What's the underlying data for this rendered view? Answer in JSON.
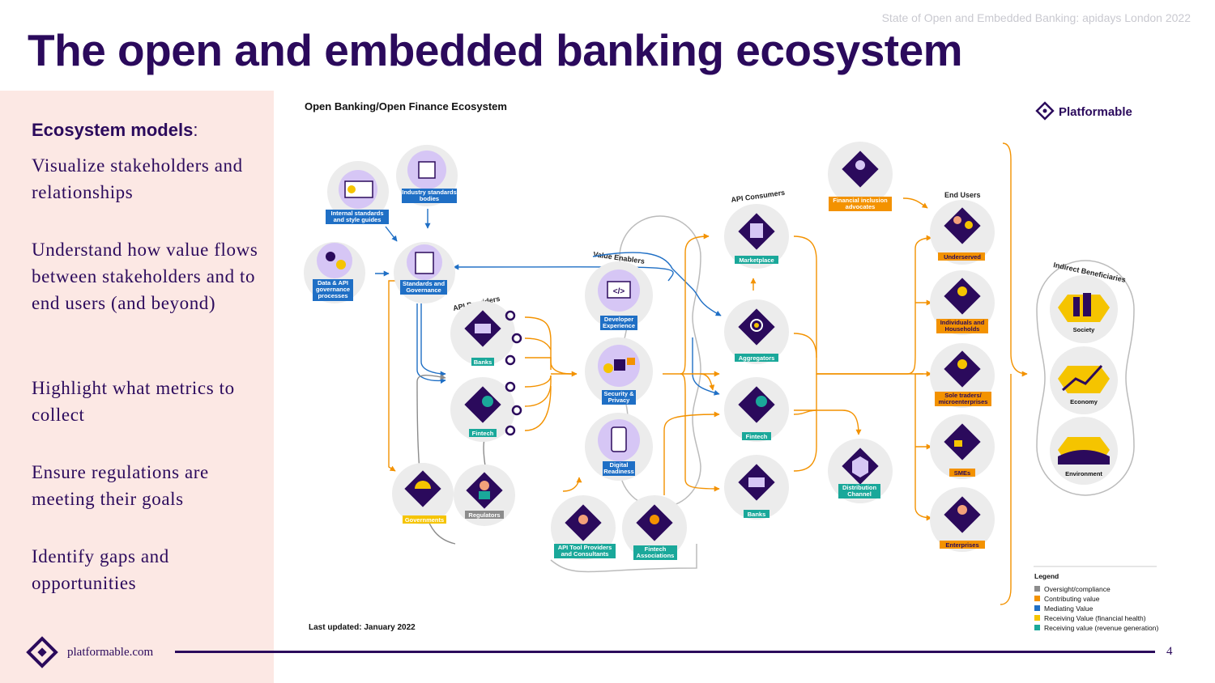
{
  "header": {
    "note": "State of Open and Embedded Banking: apidays London 2022",
    "title": "The open and embedded banking ecosystem"
  },
  "left": {
    "heading": "Ecosystem models",
    "heading_suffix": ":",
    "points": [
      "Visualize stakeholders and relationships",
      "Understand how value flows between stakeholders and to end users (and beyond)",
      "Highlight what metrics to collect",
      "Ensure regulations are meeting their goals",
      "Identify gaps and opportunities"
    ]
  },
  "diagram": {
    "title": "Open Banking/Open Finance Ecosystem",
    "brand": "Platformable",
    "last_updated": "Last updated: January 2022",
    "groups": {
      "api_providers": "API Providers",
      "value_enablers": "Value Enablers",
      "api_consumers": "API Consumers",
      "end_users": "End Users",
      "indirect": "Indirect Beneficiaries"
    },
    "nodes": {
      "internal_standards": "Internal standards and style guides",
      "industry_bodies": "Industry standards bodies",
      "data_api_gov": "Data & API governance processes",
      "standards_gov": "Standards and Governance",
      "banks_provider": "Banks",
      "fintech_provider": "Fintech",
      "governments": "Governments",
      "regulators": "Regulators",
      "developer_experience": "Developer Experience",
      "security_privacy": "Security & Privacy",
      "digital_readiness": "Digital Readiness",
      "api_tool_providers": "API Tool Providers and Consultants",
      "fintech_associations": "Fintech Associations",
      "marketplace": "Marketplace",
      "aggregators": "Aggregators",
      "fintech_consumer": "Fintech",
      "banks_consumer": "Banks",
      "financial_inclusion": "Financial inclusion advocates",
      "distribution_channel": "Distribution Channel",
      "underserved": "Underserved",
      "individuals": "Individuals and Households",
      "sole_traders": "Sole traders/ microenterprises",
      "smes": "SMEs",
      "enterprises": "Enterprises",
      "society": "Society",
      "economy": "Economy",
      "environment": "Environment"
    },
    "legend": {
      "title": "Legend",
      "items": [
        {
          "label": "Oversight/compliance",
          "color": "#8c8c8c"
        },
        {
          "label": "Contributing value",
          "color": "#f39200"
        },
        {
          "label": "Mediating Value",
          "color": "#1f6fc5"
        },
        {
          "label": "Receiving Value (financial health)",
          "color": "#f5c400"
        },
        {
          "label": "Receiving value (revenue generation)",
          "color": "#1aa89a"
        }
      ]
    }
  },
  "footer": {
    "url": "platformable.com",
    "page": "4"
  },
  "colors": {
    "navy": "#2b0a5c",
    "lavender": "#c9b3f0",
    "panel": "#fce8e4",
    "circle": "#eeeeee"
  }
}
